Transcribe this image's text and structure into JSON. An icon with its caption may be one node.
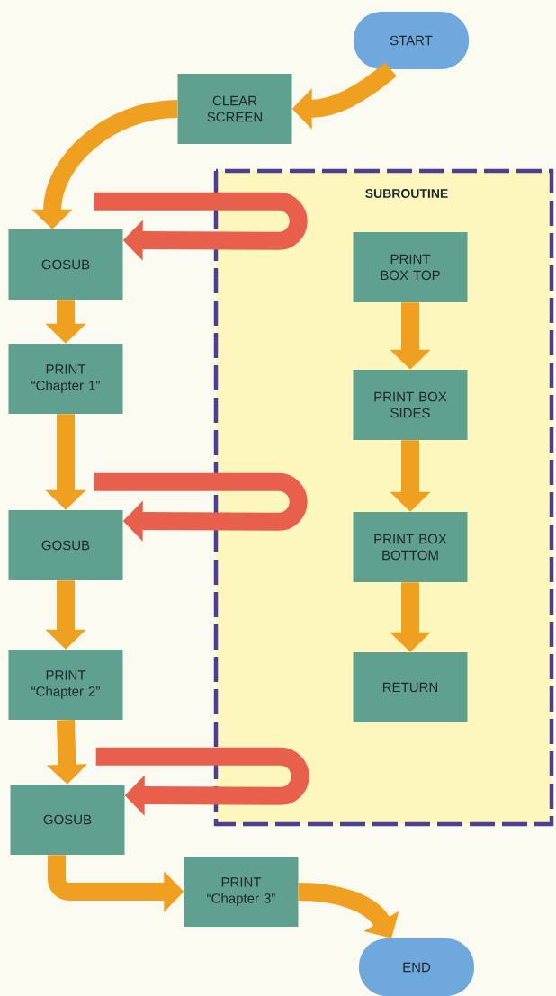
{
  "diagram": {
    "nodes": [
      {
        "text": [
          "START"
        ]
      },
      {
        "text": [
          "CLEAR SCREEN"
        ]
      },
      {
        "text": [
          "SUBROUTINE"
        ]
      },
      {
        "text": [
          "GOSUB"
        ]
      },
      {
        "text": [
          "PRINT BOX TOP"
        ],
        "in": 2
      },
      {
        "text": [
          "PRINT “Chapter 1”"
        ]
      },
      {
        "text": [
          "PRINT BOX SIDES"
        ],
        "in": 2
      },
      {
        "text": [
          "GOSUB"
        ]
      },
      {
        "text": [
          "PRINT BOX BOTTOM"
        ],
        "in": 2
      },
      {
        "text": [
          "PRINT “Chapter 2”"
        ]
      },
      {
        "text": [
          "RETURN"
        ],
        "in": 2
      },
      {
        "text": [
          "GOSUB"
        ]
      },
      {
        "text": [
          "PRINT “Chapter 3”"
        ]
      },
      {
        "text": [
          "END"
        ]
      }
    ],
    "edges": [
      {
        "from": 0,
        "to": 1,
        "arrow": "to"
      },
      {
        "from": 1,
        "to": 3,
        "arrow": "to"
      },
      {
        "from": null,
        "to": 3,
        "arrow": "to",
        "color": "#e8604c"
      },
      {
        "from": 3,
        "to": 5,
        "arrow": "to"
      },
      {
        "from": 5,
        "to": 7,
        "arrow": "to"
      },
      {
        "from": null,
        "to": 7,
        "arrow": "to",
        "color": "#e8604c"
      },
      {
        "from": 7,
        "to": 9,
        "arrow": "to"
      },
      {
        "from": 9,
        "to": 11,
        "arrow": "to"
      },
      {
        "from": null,
        "to": 11,
        "arrow": "to",
        "color": "#e8604c"
      },
      {
        "from": 11,
        "to": 12,
        "arrow": "to"
      },
      {
        "from": 12,
        "to": 13,
        "arrow": "to"
      },
      {
        "from": 4,
        "to": 6,
        "arrow": "to"
      },
      {
        "from": 6,
        "to": 8,
        "arrow": "to"
      },
      {
        "from": 8,
        "to": 10,
        "arrow": "to"
      }
    ]
  }
}
